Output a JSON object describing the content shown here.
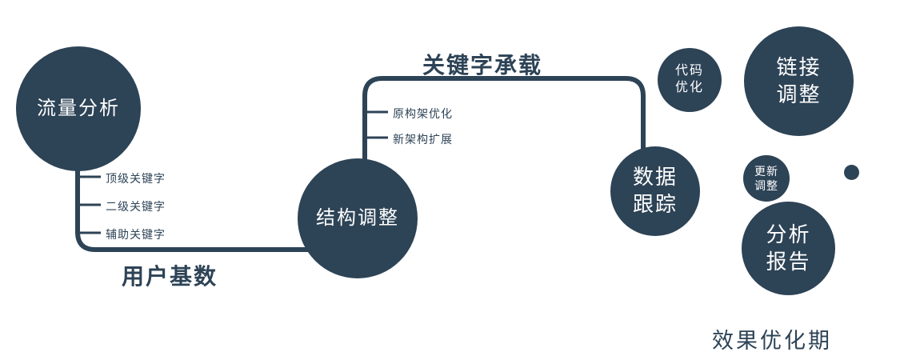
{
  "colors": {
    "primary": "#2d4356",
    "background": "#ffffff",
    "node_text": "#ffffff"
  },
  "nodes": {
    "traffic_analysis": {
      "label": "流量分析"
    },
    "structure_adjust": {
      "label": "结构调整"
    },
    "data_tracking": {
      "lines": [
        "数据",
        "跟踪"
      ]
    },
    "code_optimization": {
      "lines": [
        "代码",
        "优化"
      ]
    },
    "link_adjust": {
      "lines": [
        "链接",
        "调整"
      ]
    },
    "update_adjust": {
      "lines": [
        "更新",
        "调整"
      ]
    },
    "analysis_report": {
      "lines": [
        "分析",
        "报告"
      ]
    }
  },
  "edges": {
    "user_base_label": "用户基数",
    "keyword_carry_label": "关键字承载"
  },
  "ticks": {
    "traffic_branch": [
      "顶级关键字",
      "二级关键字",
      "辅助关键字"
    ],
    "structure_branch": [
      "原构架优化",
      "新架构扩展"
    ]
  },
  "footer": {
    "phase_label": "效果优化期"
  }
}
